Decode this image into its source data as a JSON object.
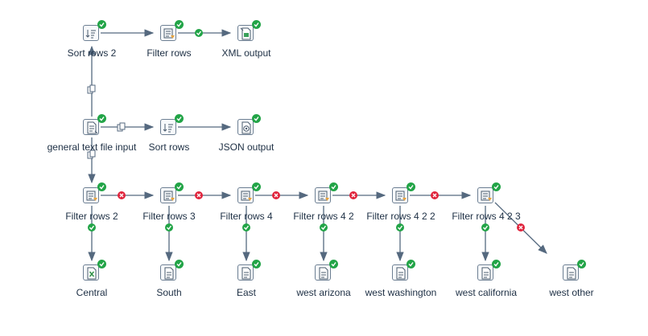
{
  "steps": {
    "sort_rows_2": {
      "label": "Sort rows 2",
      "icon": "sort-rows-icon"
    },
    "filter_rows": {
      "label": "Filter rows",
      "icon": "filter-rows-icon"
    },
    "xml_output": {
      "label": "XML output",
      "icon": "xml-output-icon"
    },
    "general_text_file_input": {
      "label": "general text file input",
      "icon": "text-file-input-icon"
    },
    "sort_rows": {
      "label": "Sort rows",
      "icon": "sort-rows-icon"
    },
    "json_output": {
      "label": "JSON output",
      "icon": "json-output-icon"
    },
    "filter_rows_2": {
      "label": "Filter rows 2",
      "icon": "filter-rows-icon"
    },
    "filter_rows_3": {
      "label": "Filter rows 3",
      "icon": "filter-rows-icon"
    },
    "filter_rows_4": {
      "label": "Filter rows 4",
      "icon": "filter-rows-icon"
    },
    "filter_rows_4_2": {
      "label": "Filter rows 4 2",
      "icon": "filter-rows-icon"
    },
    "filter_rows_4_2_2": {
      "label": "Filter rows 4 2 2",
      "icon": "filter-rows-icon"
    },
    "filter_rows_4_2_3": {
      "label": "Filter rows 4 2 3",
      "icon": "filter-rows-icon"
    },
    "central": {
      "label": "Central",
      "icon": "excel-output-icon"
    },
    "south": {
      "label": "South",
      "icon": "text-file-output-icon"
    },
    "east": {
      "label": "East",
      "icon": "text-file-output-icon"
    },
    "west_arizona": {
      "label": "west arizona",
      "icon": "text-file-output-icon"
    },
    "west_washington": {
      "label": "west washington",
      "icon": "text-file-output-icon"
    },
    "west_california": {
      "label": "west california",
      "icon": "text-file-output-icon"
    },
    "west_other": {
      "label": "west other",
      "icon": "text-file-output-icon"
    }
  },
  "status": "success",
  "colors": {
    "hop": "#55697f",
    "true_hop": "#22a447",
    "false_hop": "#e0243c",
    "label": "#1d2f44",
    "step_border": "#6d7f93"
  }
}
